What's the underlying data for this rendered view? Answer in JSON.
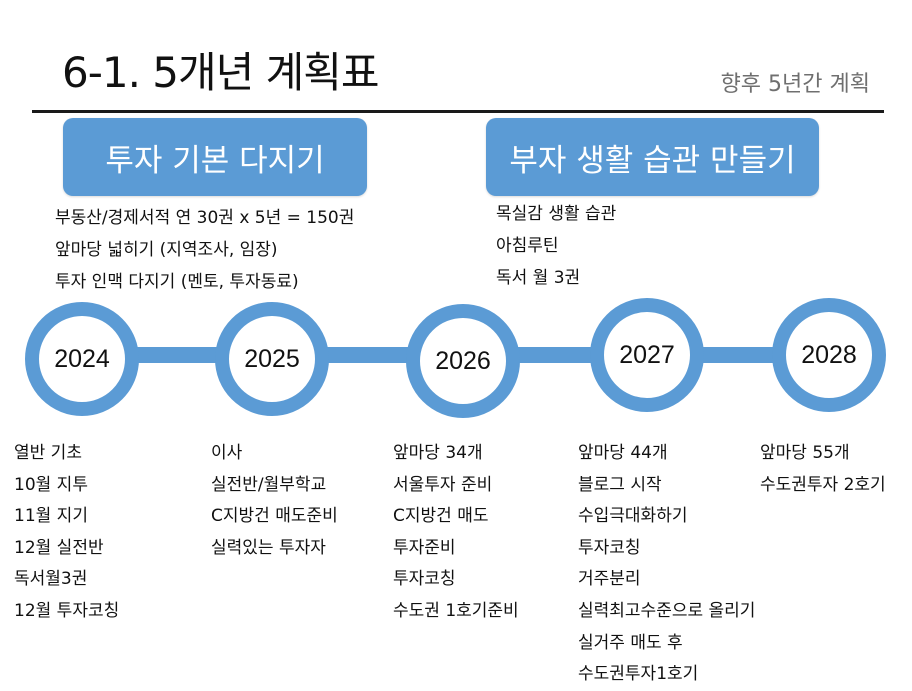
{
  "header": {
    "title": "6-1. 5개년 계획표",
    "subtitle": "향후 5년간 계획"
  },
  "banners": {
    "left": "투자 기본 다지기",
    "right": "부자 생활 습관 만들기"
  },
  "goals_left": [
    "부동산/경제서적 연 30권 x 5년 = 150권",
    "앞마당 넓히기 (지역조사, 임장)",
    "투자 인맥 다지기 (멘토, 투자동료)"
  ],
  "goals_right": [
    "목실감 생활 습관",
    "아침루틴",
    "독서 월 3권"
  ],
  "years": [
    {
      "label": "2024",
      "items": [
        "열반 기초",
        "10월 지투",
        "11월 지기",
        "12월 실전반",
        "독서월3권",
        "12월 투자코칭"
      ]
    },
    {
      "label": "2025",
      "items": [
        "이사",
        "실전반/월부학교",
        "C지방건 매도준비",
        "실력있는 투자자"
      ]
    },
    {
      "label": "2026",
      "items": [
        "앞마당 34개",
        "서울투자 준비",
        "C지방건 매도",
        "투자준비",
        "투자코칭",
        "수도권 1호기준비"
      ]
    },
    {
      "label": "2027",
      "items": [
        "앞마당 44개",
        "블로그 시작",
        "수입극대화하기",
        "투자코칭",
        "거주분리",
        "실력최고수준으로 올리기",
        "실거주 매도 후",
        "수도권투자1호기"
      ]
    },
    {
      "label": "2028",
      "items": [
        "앞마당 55개",
        "수도권투자 2호기"
      ]
    }
  ],
  "colors": {
    "accent": "#5b9bd5",
    "text": "#111111",
    "subtitle": "#6f6f6f"
  }
}
